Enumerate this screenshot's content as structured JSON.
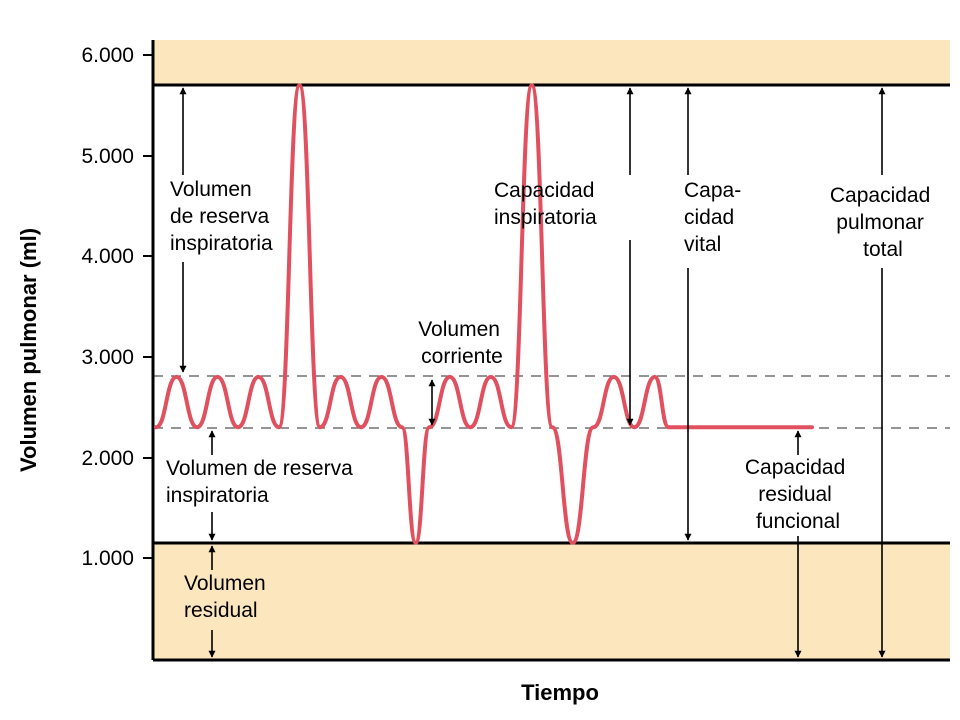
{
  "chart_data": {
    "type": "line",
    "title": "",
    "xlabel": "Tiempo",
    "ylabel": "Volumen pulmonar (ml)",
    "ylim": [
      0,
      6000
    ],
    "yticks": [
      "6.000",
      "5.000",
      "4.000",
      "3.000",
      "2.000",
      "1.000"
    ],
    "ytick_values": [
      6000,
      5000,
      4000,
      3000,
      2000,
      1000
    ],
    "grid": false,
    "reference_levels": {
      "total_lung_capacity": 5700,
      "tidal_peak": 2800,
      "tidal_trough": 2300,
      "residual_volume": 1150
    },
    "series": [
      {
        "name": "",
        "color": "#e0505e",
        "x": [
          0,
          3,
          6,
          9,
          12,
          15,
          18,
          21,
          24,
          27,
          30,
          33,
          36,
          38,
          40,
          43,
          46,
          49,
          52,
          55,
          58,
          61,
          64,
          67,
          70,
          73,
          75,
          78,
          81,
          84,
          87,
          90,
          93,
          96
        ],
        "y": [
          2300,
          2800,
          2300,
          2800,
          2300,
          2800,
          2300,
          5700,
          2300,
          2800,
          2300,
          2800,
          2300,
          1150,
          2300,
          2800,
          2300,
          2800,
          2300,
          5700,
          2300,
          1150,
          2300,
          2800,
          2300,
          2800,
          2300,
          2300,
          2300,
          2300,
          2300,
          2300,
          2300,
          2300
        ]
      }
    ],
    "annotations": {
      "vri": [
        "Volumen",
        "de reserva",
        "inspiratoria"
      ],
      "vc": [
        "Volumen",
        "corriente"
      ],
      "vre": [
        "Volumen de reserva",
        "inspiratoria"
      ],
      "vr": [
        "Volumen",
        "residual"
      ],
      "ci": [
        "Capacidad",
        "inspiratoria"
      ],
      "cv": [
        "Capa-",
        "cidad",
        "vital"
      ],
      "cpt": [
        "Capacidad",
        "pulmonar",
        "total"
      ],
      "crf": [
        "Capacidad",
        "residual",
        "funcional"
      ]
    },
    "colors": {
      "band_fill": "#fbe6bd",
      "trace": "#e0505e",
      "lines": "#000000"
    }
  }
}
